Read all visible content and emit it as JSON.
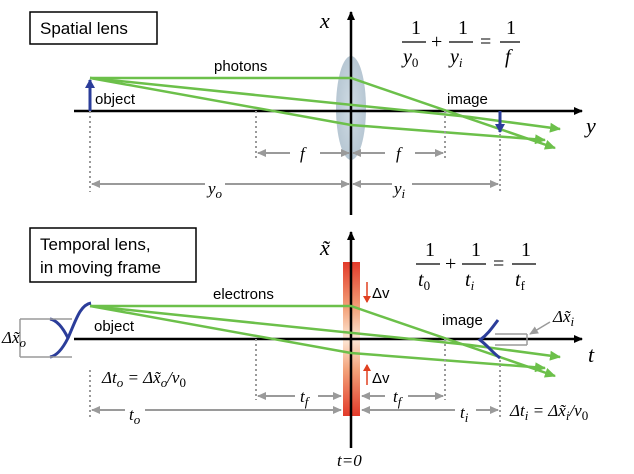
{
  "top": {
    "title": "Spatial lens",
    "axis_x": "x",
    "axis_y": "y",
    "photons": "photons",
    "object": "object",
    "image": "image",
    "f_left": "f",
    "f_right": "f",
    "yo": "y",
    "yo_sub": "o",
    "yi": "y",
    "yi_sub": "i",
    "eq": {
      "n1": "1",
      "d1": "y",
      "d1s": "0",
      "n2": "1",
      "d2": "y",
      "d2s": "i",
      "n3": "1",
      "d3": "f"
    }
  },
  "bottom": {
    "title_line1": "Temporal lens,",
    "title_line2": "in moving frame",
    "axis_x": "x̃",
    "axis_t": "t",
    "electrons": "electrons",
    "object": "object",
    "image": "image",
    "dv_top": "Δv",
    "dv_bottom": "Δv",
    "dxo": "Δx̃",
    "dxo_sub": "o",
    "dxi": "Δx̃",
    "dxi_sub": "i",
    "dto_eq": "Δt",
    "dto_sub": "o",
    "dto_rhs": " = Δx̃",
    "dto_rhs_sub": "o",
    "dto_div": "/v",
    "dto_div_sub": "0",
    "dti_eq": "Δt",
    "dti_sub": "i",
    "dti_rhs": " = Δx̃",
    "dti_rhs_sub": "i",
    "dti_div": "/v",
    "dti_div_sub": "0",
    "tf_left": "t",
    "tf_left_sub": "f",
    "tf_right": "t",
    "tf_right_sub": "f",
    "to": "t",
    "to_sub": "o",
    "ti": "t",
    "ti_sub": "i",
    "t_zero": "t=0",
    "eq": {
      "n1": "1",
      "d1": "t",
      "d1s": "0",
      "n2": "1",
      "d2": "t",
      "d2s": "i",
      "n3": "1",
      "d3": "t",
      "d3s": "f"
    }
  },
  "colors": {
    "green": "#6cc04a",
    "blue": "#2b3d9a",
    "gray": "#999999",
    "red": "#e04020"
  }
}
